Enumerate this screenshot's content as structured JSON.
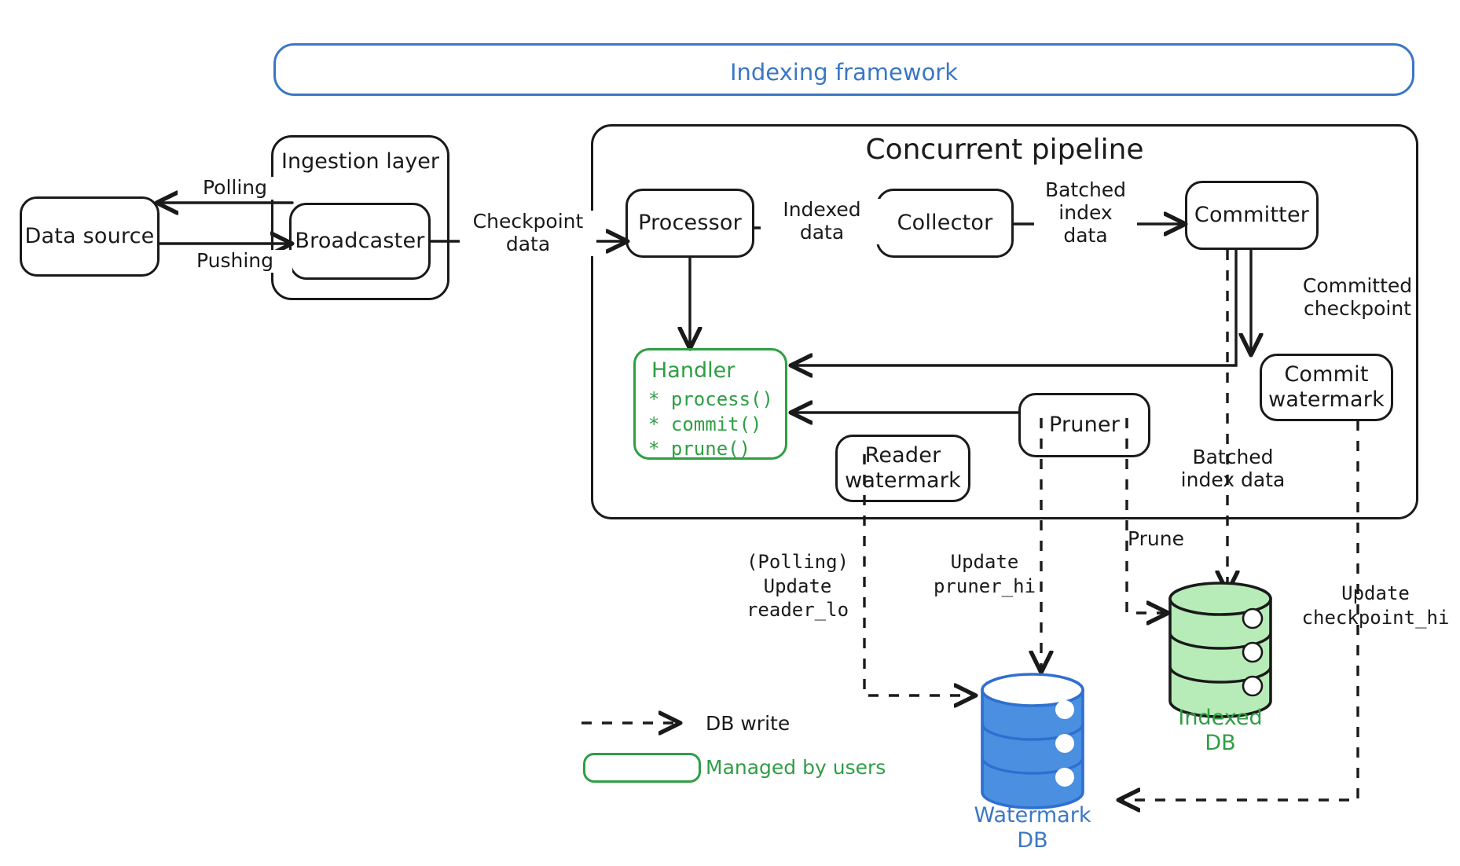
{
  "diagram": {
    "title": "Indexing framework",
    "groups": [
      {
        "name": "indexing-framework",
        "label": "Indexing framework",
        "color": "#3b77c4"
      },
      {
        "name": "ingestion-layer",
        "label": "Ingestion layer",
        "color": "#1a1a1a"
      },
      {
        "name": "concurrent-pipeline",
        "label": "Concurrent pipeline",
        "color": "#1a1a1a"
      }
    ],
    "nodes": {
      "data_source": "Data source",
      "broadcaster": "Broadcaster",
      "processor": "Processor",
      "collector": "Collector",
      "committer": "Committer",
      "commit_watermark": "Commit\nwatermark",
      "reader_watermark": "Reader\nwatermark",
      "pruner": "Pruner"
    },
    "handler": {
      "title": "Handler",
      "methods": [
        "* process()",
        "* commit()",
        "* prune()"
      ],
      "color": "#2f9e44"
    },
    "edge_labels": {
      "polling": "Polling",
      "pushing": "Pushing",
      "checkpoint_data": "Checkpoint\ndata",
      "indexed_data": "Indexed\ndata",
      "batched_index_data_top": "Batched\nindex\ndata",
      "committed_checkpoint": "Committed\ncheckpoint",
      "batched_index_data_bottom": "Batched\nindex data",
      "prune": "Prune",
      "polling_update_reader_lo": "(Polling)\nUpdate\nreader_lo",
      "update_pruner_hi": "Update\npruner_hi",
      "update_checkpoint_hi": "Update\ncheckpoint_hi"
    },
    "databases": [
      {
        "name": "watermark-db",
        "label": "Watermark\nDB",
        "color": "#3b77c4",
        "fill": "#4a8fe0"
      },
      {
        "name": "indexed-db",
        "label": "Indexed\nDB",
        "color": "#2f9e44",
        "fill": "#b7ecb8"
      }
    ],
    "legend": [
      {
        "name": "db-write",
        "icon": "dashed-arrow-icon",
        "label": "DB write",
        "color": "#1a1a1a"
      },
      {
        "name": "managed-by-users",
        "icon": "rounded-box-icon",
        "label": "Managed by users",
        "color": "#2f9e44"
      }
    ]
  }
}
